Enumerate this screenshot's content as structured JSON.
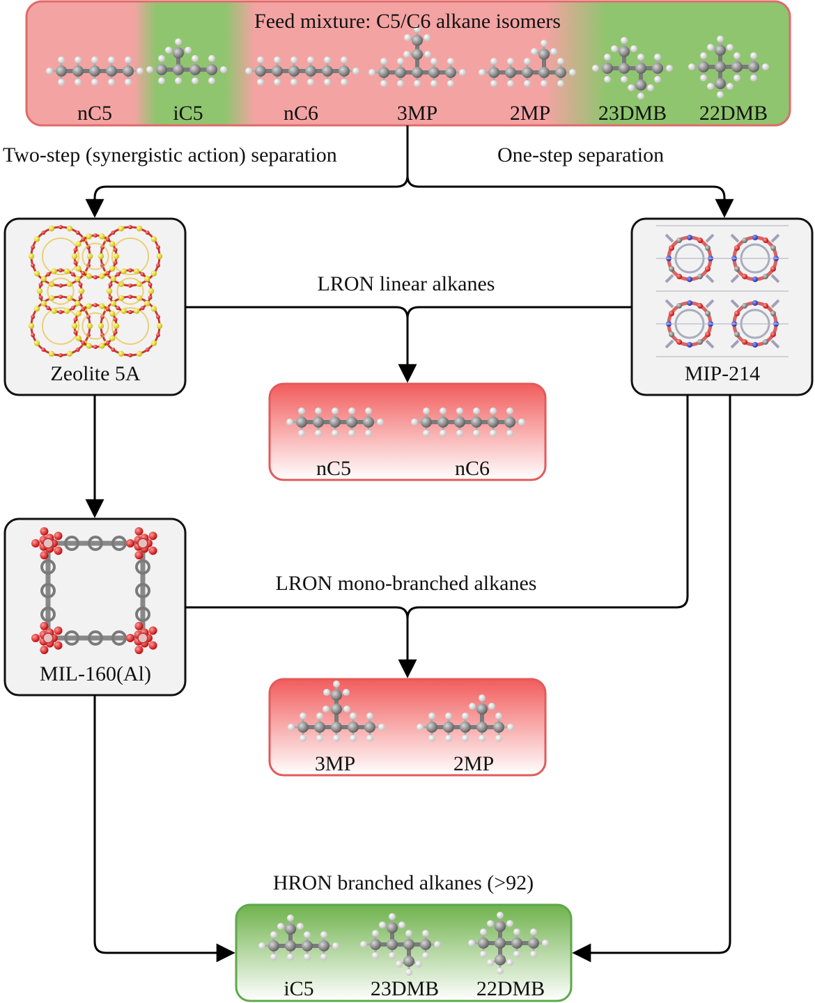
{
  "feed": {
    "title": "Feed mixture: C5/C6 alkane isomers",
    "molecules": [
      {
        "label": "nC5",
        "kind": "linear"
      },
      {
        "label": "iC5",
        "kind": "mono-branched"
      },
      {
        "label": "nC6",
        "kind": "linear"
      },
      {
        "label": "3MP",
        "kind": "mono-branched"
      },
      {
        "label": "2MP",
        "kind": "mono-branched"
      },
      {
        "label": "23DMB",
        "kind": "di-branched"
      },
      {
        "label": "22DMB",
        "kind": "di-branched"
      }
    ]
  },
  "routes": {
    "two_step": "Two-step (synergistic action) separation",
    "one_step": "One-step separation"
  },
  "adsorbents": {
    "zeolite": "Zeolite 5A",
    "mip": "MIP-214",
    "mil": "MIL-160(Al)"
  },
  "outputs": {
    "linear": {
      "title": "LRON linear alkanes",
      "molecules": [
        "nC5",
        "nC6"
      ]
    },
    "mono": {
      "title": "LRON mono-branched alkanes",
      "molecules": [
        "3MP",
        "2MP"
      ]
    },
    "branched": {
      "title": "HRON branched alkanes (>92)",
      "molecules": [
        "iC5",
        "23DMB",
        "22DMB"
      ]
    }
  },
  "colors": {
    "low_ron": "#f29a9a",
    "high_ron": "#8cc46c",
    "box_border_red": "#e06060",
    "box_border_green": "#5ea84a",
    "adsorbent_bg": "#f0f0f0",
    "arrow": "#000000"
  },
  "legend_icons": {
    "carbon": "carbon-atom-icon",
    "hydrogen": "hydrogen-atom-icon",
    "oxygen": "oxygen-atom-icon",
    "silicon": "silicon-atom-icon",
    "nitrogen": "nitrogen-atom-icon"
  }
}
